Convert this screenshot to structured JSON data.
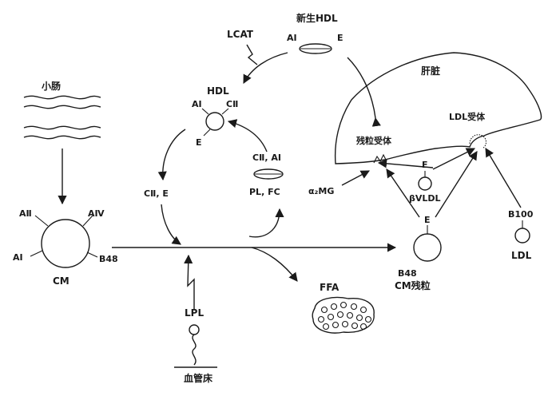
{
  "labels": {
    "intestine": "小肠",
    "cm_apo_a2": "AⅡ",
    "cm_apo_a4": "AⅣ",
    "cm_apo_a1": "AⅠ",
    "cm_apo_b48": "B48",
    "cm": "CM",
    "lcat": "LCAT",
    "nascent_hdl": "新生HDL",
    "nascent_apo_a1": "AⅠ",
    "nascent_apo_e": "E",
    "hdl": "HDL",
    "hdl_apo_a1": "AⅠ",
    "hdl_apo_c2": "CⅡ",
    "hdl_apo_e": "E",
    "transfer_c2_e": "CⅡ, E",
    "transfer_c2_a1": "CⅡ, AⅠ",
    "pl_fc": "PL, FC",
    "lpl": "LPL",
    "vessel_bed": "血管床",
    "ffa": "FFA",
    "liver": "肝脏",
    "ldl_receptor": "LDL受体",
    "remnant_receptor": "残粒受体",
    "alpha2mg": "α₂MG",
    "remnant_apo_e": "E",
    "beta_vldl": "βVLDL",
    "cm_remnant_apo_e": "E",
    "cm_remnant_b48": "B48",
    "cm_remnant": "CM残粒",
    "ldl_b100": "B100",
    "ldl": "LDL"
  }
}
